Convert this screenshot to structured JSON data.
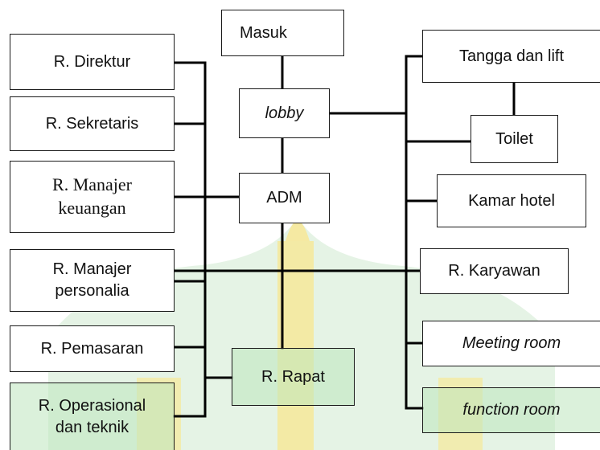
{
  "nodes": {
    "masuk": "Masuk",
    "lobby": "lobby",
    "adm": "ADM",
    "r_direktur": "R. Direktur",
    "r_sekretaris": "R. Sekretaris",
    "r_manajer_keuangan": [
      "R. Manajer",
      "keuangan"
    ],
    "r_manajer_personalia": [
      "R. Manajer",
      "personalia"
    ],
    "r_pemasaran": "R. Pemasaran",
    "r_operasional": [
      "R. Operasional",
      "dan teknik"
    ],
    "r_rapat": "R. Rapat",
    "tangga_lift": "Tangga dan lift",
    "toilet": "Toilet",
    "kamar_hotel": "Kamar hotel",
    "r_karyawan": "R. Karyawan",
    "meeting_room": "Meeting room",
    "function_room": "function room"
  },
  "colors": {
    "line": "#000000",
    "watermark_green": "#7cb87c",
    "watermark_yellow": "#f1dc6a"
  }
}
